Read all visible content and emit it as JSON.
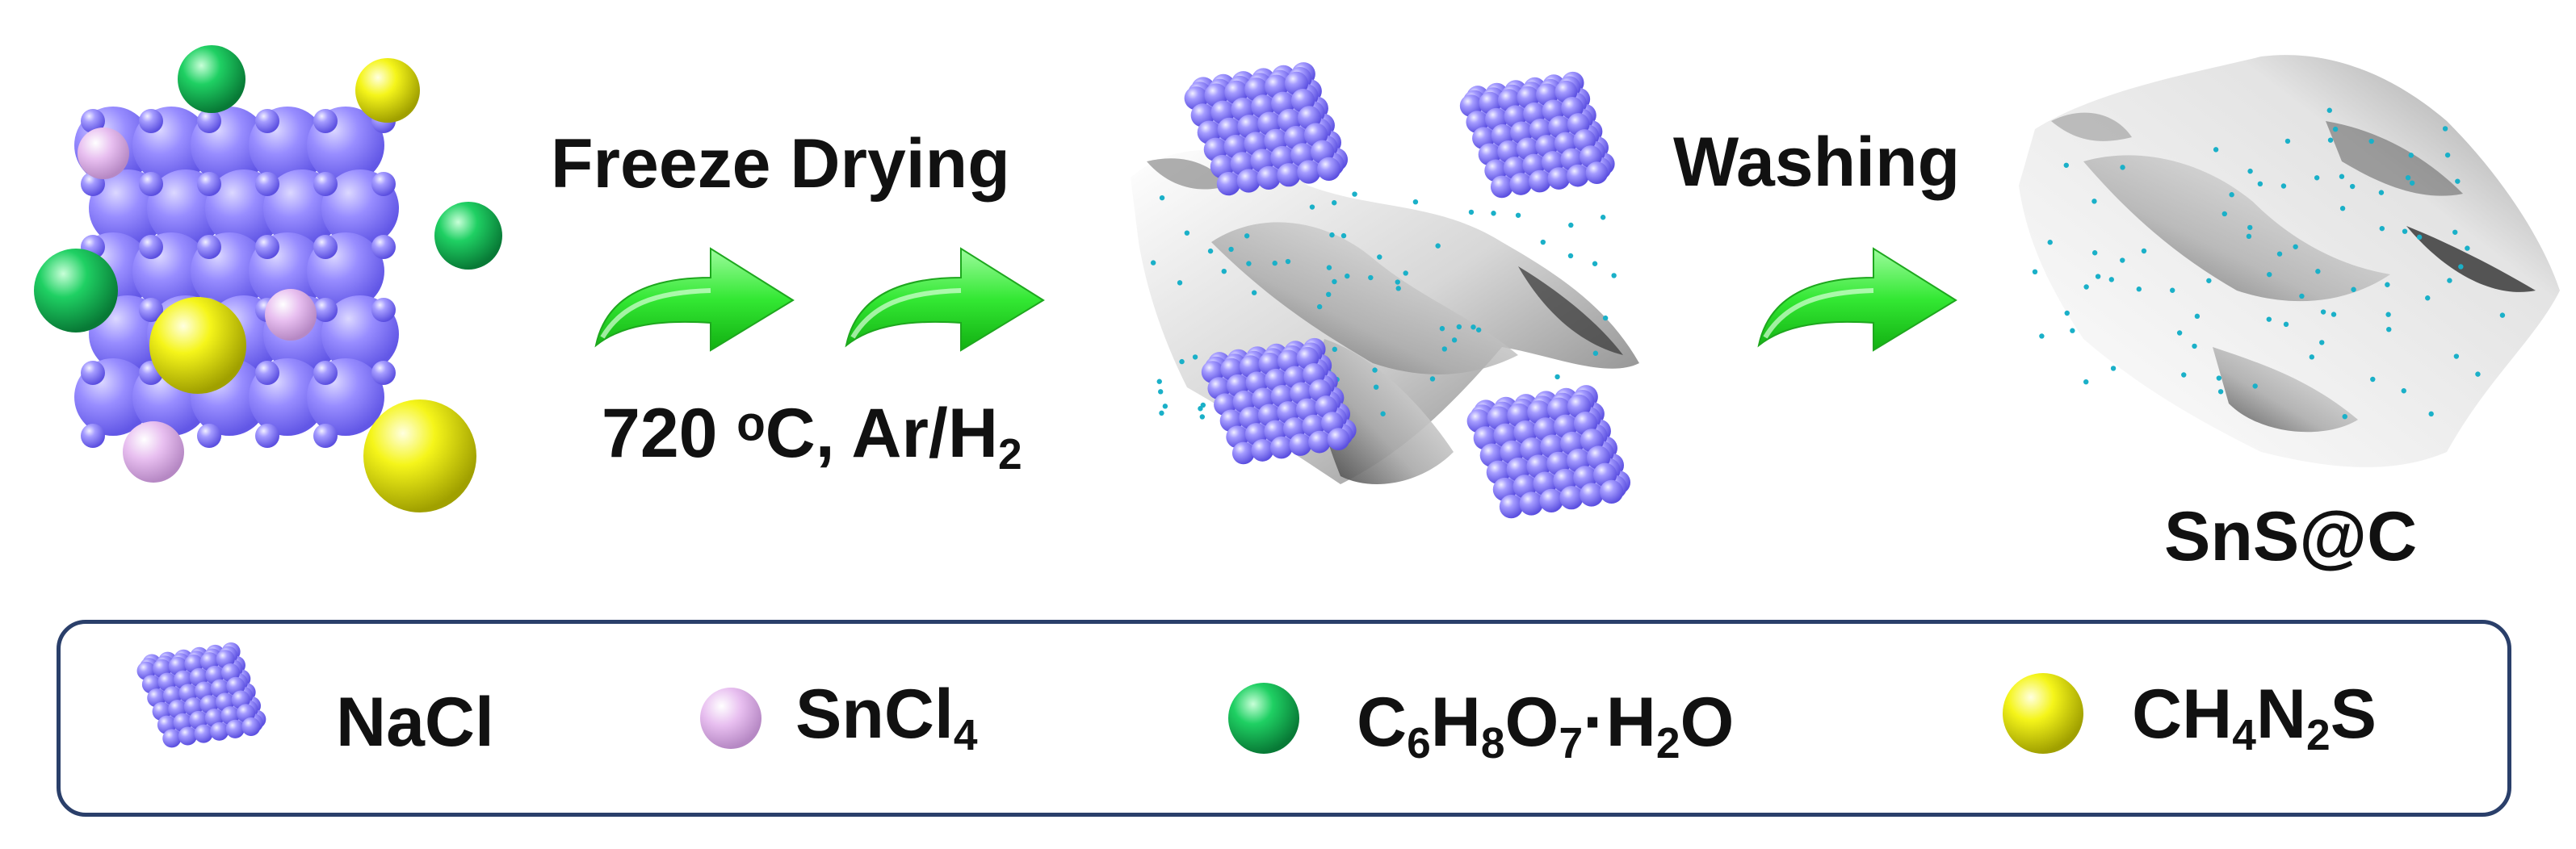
{
  "steps": {
    "step1_label": "Freeze Drying",
    "step1_condition_main": "720 ᵒC, Ar/H",
    "step1_condition_sub": "2",
    "step2_label": "Washing",
    "product_label": "SnS@C"
  },
  "legend": {
    "nacl": "NaCl",
    "sncl_main": "SnCl",
    "sncl_sub": "4",
    "citric": [
      {
        "t": "C",
        "sub": false
      },
      {
        "t": "6",
        "sub": true
      },
      {
        "t": "H",
        "sub": false
      },
      {
        "t": "8",
        "sub": true
      },
      {
        "t": "O",
        "sub": false
      },
      {
        "t": "7",
        "sub": true
      },
      {
        "t": "·H",
        "sub": false
      },
      {
        "t": "2",
        "sub": true
      },
      {
        "t": "O",
        "sub": false
      }
    ],
    "thiourea": [
      {
        "t": "CH",
        "sub": false
      },
      {
        "t": "4",
        "sub": true
      },
      {
        "t": "N",
        "sub": false
      },
      {
        "t": "2",
        "sub": true
      },
      {
        "t": "S",
        "sub": false
      }
    ]
  },
  "colors": {
    "nacl": "#8f84ff",
    "sncl4": "#e9c3f0",
    "citric": "#17c35a",
    "thiourea": "#f2f20f",
    "arrow": "#33e833",
    "frame": "#2a3f6a",
    "dots": "#1ab0c8"
  },
  "icons": {
    "nacl": "nacl-crystal-icon",
    "sncl4": "pink-sphere-icon",
    "citric": "green-sphere-icon",
    "thiourea": "yellow-sphere-icon",
    "arrow": "green-arrow-icon",
    "carbon": "carbon-sheet-icon"
  }
}
